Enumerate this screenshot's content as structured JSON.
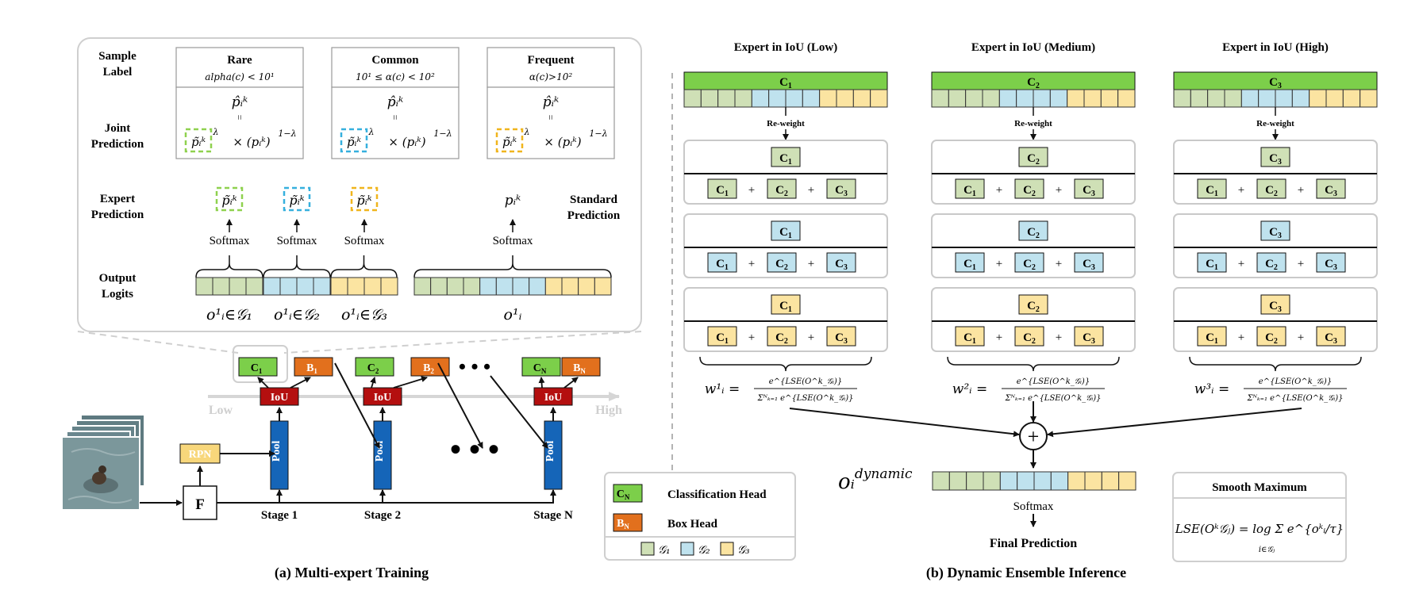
{
  "colors": {
    "green": "#cfe0b6",
    "blue": "#bfe2ee",
    "yellow": "#fbe4a1",
    "green_head": "#7ccf4a",
    "orange_head": "#e2701d",
    "iou_red": "#b40f0f",
    "pool_blue": "#1565b8",
    "rpn_yellow": "#f8d77b",
    "dash_green": "#8fd14f",
    "dash_blue": "#36b0de",
    "dash_yellow": "#f0b51d",
    "line_gray": "#c9c9c9"
  },
  "left": {
    "row_labels": {
      "sample_label": [
        "Sample",
        "Label"
      ],
      "joint_prediction": [
        "Joint",
        "Prediction"
      ],
      "expert_prediction": [
        "Expert",
        "Prediction"
      ],
      "output_logits": [
        "Output",
        "Logits"
      ],
      "standard_prediction": [
        "Standard",
        "Prediction"
      ]
    },
    "groups": [
      {
        "name": "Rare",
        "condition": "alpha(c) < 10¹"
      },
      {
        "name": "Common",
        "condition": "10¹ ≤ α(c) < 10²"
      },
      {
        "name": "Frequent",
        "condition": "α(c)>10²"
      }
    ],
    "joint": {
      "top": "p̂ᵢᵏ",
      "equals": "=",
      "tilde": "p̃ᵢᵏ",
      "exp1": "λ",
      "times": "× (pᵢᵏ)",
      "exp2": "1−λ"
    },
    "expert_symbol": "p̃ᵢᵏ",
    "standard_symbol": "pᵢᵏ",
    "softmax": "Softmax",
    "logit_labels": [
      "o¹ᵢ∈𝒢₁",
      "o¹ᵢ∈𝒢₂",
      "o¹ᵢ∈𝒢₃",
      "o¹ᵢ"
    ]
  },
  "pipeline": {
    "heads": [
      {
        "c": "C₁",
        "b": "B₁"
      },
      {
        "c": "C₂",
        "b": "B₂"
      },
      {
        "c": "C_N",
        "b": "B_N"
      }
    ],
    "c_labels": [
      "C",
      "C",
      "C"
    ],
    "c_subs": [
      "1",
      "2",
      "N"
    ],
    "b_labels": [
      "B",
      "B",
      "B"
    ],
    "b_subs": [
      "1",
      "2",
      "N"
    ],
    "iou": "IoU",
    "pool": "Pool",
    "rpn": "RPN",
    "f": "F",
    "low": "Low",
    "high": "High",
    "dots_top": "• • •",
    "dots_mid": "• • •",
    "stages": [
      "Stage 1",
      "Stage 2",
      "Stage N"
    ],
    "caption": "(a) Multi-expert Training"
  },
  "legend": {
    "classification": "Classification Head",
    "box": "Box Head",
    "c_label": "C",
    "c_sub": "N",
    "b_label": "B",
    "b_sub": "N",
    "groups": [
      "𝒢₁",
      "𝒢₂",
      "𝒢₃"
    ]
  },
  "right": {
    "experts": [
      {
        "title": "Expert in IoU (Low)",
        "sub": "1"
      },
      {
        "title": "Expert in IoU (Medium)",
        "sub": "2"
      },
      {
        "title": "Expert in IoU (High)",
        "sub": "3"
      }
    ],
    "reweight": "Re-weight",
    "plus": "+",
    "weights": [
      "w¹ᵢ =",
      "w²ᵢ =",
      "w³ᵢ ="
    ],
    "weight_num": "e^{LSE(O^k_𝒢ᵢ)}",
    "weight_den": "Σᴺₖ₌₁ e^{LSE(O^k_𝒢ᵢ)}",
    "dynamic": "oᵢ",
    "dynamic_sup": "dynamic",
    "softmax": "Softmax",
    "final": "Final Prediction",
    "smooth_title": "Smooth Maximum",
    "smooth_formula": "LSE(Oᵏ𝒢ⱼ) = log Σ e^{oᵏᵢ/τ}",
    "smooth_sub": "i∈𝒢ⱼ",
    "caption": "(b) Dynamic Ensemble Inference"
  }
}
